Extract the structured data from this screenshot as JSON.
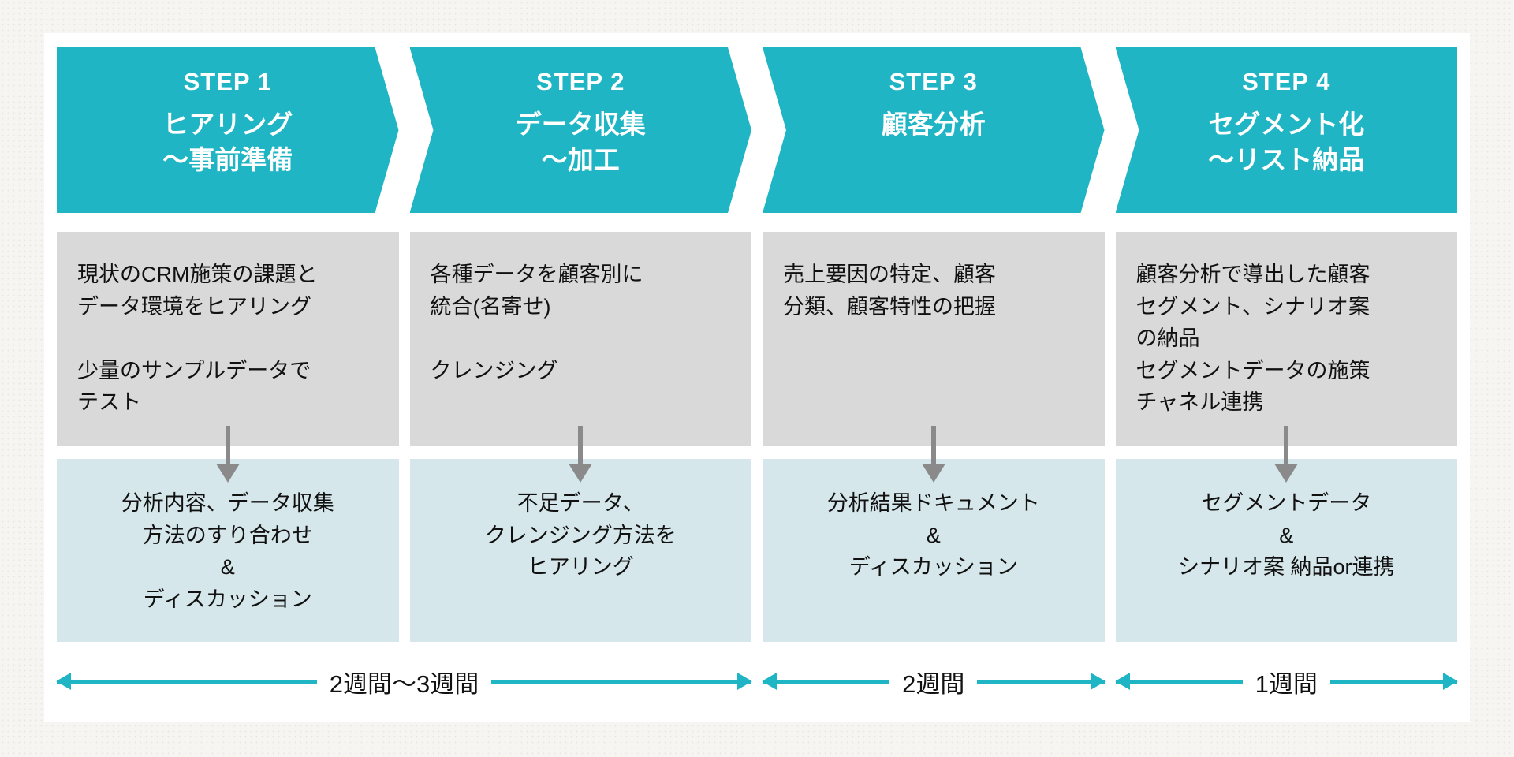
{
  "colors": {
    "teal": "#20b5c4",
    "gray_box": "#d9d9d9",
    "blue_box": "#d6e7eb",
    "arrow_gray": "#8a8a8a",
    "card_bg": "#ffffff",
    "page_bg": "#f6f5f2",
    "text": "#111111"
  },
  "steps": [
    {
      "label": "STEP 1",
      "title": "ヒアリング\n〜事前準備",
      "description": "現状のCRM施策の課題と\nデータ環境をヒアリング\n\n少量のサンプルデータで\nテスト",
      "output": "分析内容、データ収集\n方法のすり合わせ\n&\nディスカッション"
    },
    {
      "label": "STEP 2",
      "title": "データ収集\n〜加工",
      "description": "各種データを顧客別に\n統合(名寄せ)\n\nクレンジング",
      "output": "不足データ、\nクレンジング方法を\nヒアリング"
    },
    {
      "label": "STEP 3",
      "title": "顧客分析",
      "description": "売上要因の特定、顧客\n分類、顧客特性の把握",
      "output": "分析結果ドキュメント\n&\nディスカッション"
    },
    {
      "label": "STEP 4",
      "title": "セグメント化\n〜リスト納品",
      "description": "顧客分析で導出した顧客\nセグメント、シナリオ案\nの納品\nセグメントデータの施策\nチャネル連携",
      "output": "セグメントデータ\n&\nシナリオ案 納品or連携"
    }
  ],
  "timeline": [
    {
      "label": "2週間〜3週間",
      "spans_steps": "1-2"
    },
    {
      "label": "2週間",
      "spans_steps": "3"
    },
    {
      "label": "1週間",
      "spans_steps": "4"
    }
  ]
}
